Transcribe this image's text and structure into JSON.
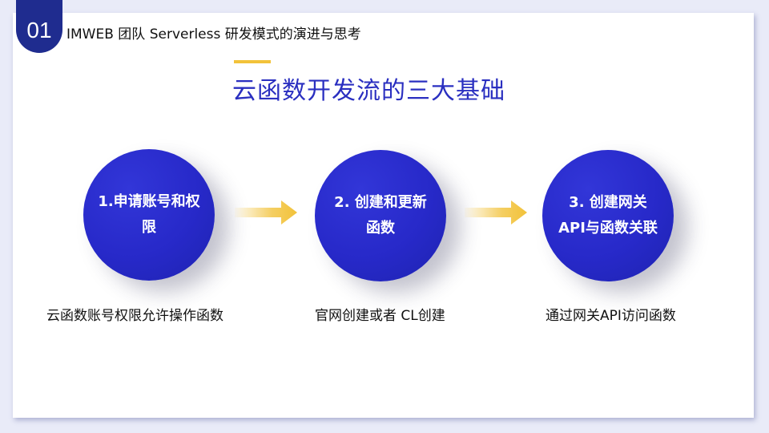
{
  "header": {
    "section_number": "01",
    "title": "IMWEB 团队 Serverless 研发模式的演进与思考"
  },
  "main": {
    "title": "云函数开发流的三大基础",
    "steps": [
      {
        "circle_text": "1.申请账号和权限",
        "caption": "云函数账号权限允许操作函数"
      },
      {
        "circle_text": "2. 创建和更新函数",
        "caption": "官网创建或者 CL创建"
      },
      {
        "circle_text": "3. 创建网关API与函数关联",
        "caption": "通过网关API访问函数"
      }
    ]
  },
  "colors": {
    "accent": "#f2c23a",
    "primary": "#2a2fc0",
    "tab": "#1f2c8f"
  },
  "icons": [
    "arrow-right-icon",
    "arrow-right-icon"
  ]
}
